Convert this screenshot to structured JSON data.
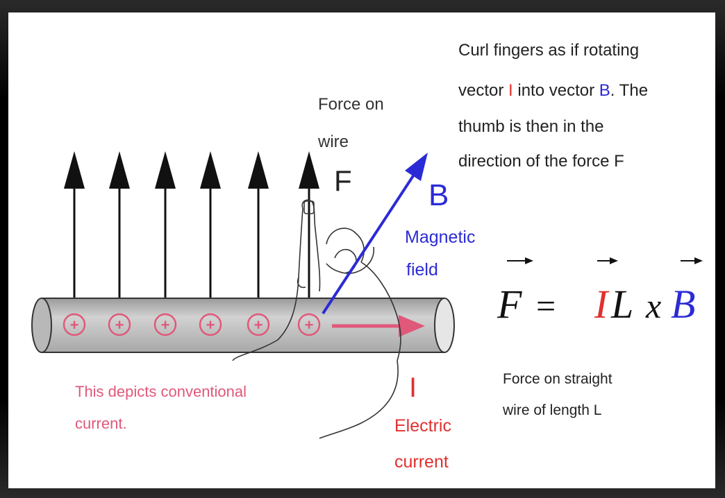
{
  "instruction_text": {
    "line1": "Curl fingers as if rotating",
    "line2_a": "vector ",
    "line2_I": "I",
    "line2_b": " into vector ",
    "line2_B": "B",
    "line2_c": ". The",
    "line3": "thumb is then in the",
    "line4": "direction of the force F"
  },
  "force_label": {
    "line1": "Force on",
    "line2": "wire",
    "symbol": "F"
  },
  "field_label": {
    "symbol": "B",
    "line1": "Magnetic",
    "line2": "field"
  },
  "current_label": {
    "symbol": "I",
    "line1": "Electric",
    "line2": "current"
  },
  "conventional_note": {
    "line1": "This depicts conventional",
    "line2": "current."
  },
  "equation": {
    "F": "F",
    "equals": "=",
    "I": "I",
    "L": "L",
    "x": "x",
    "B": "B"
  },
  "equation_caption": {
    "line1": "Force on straight",
    "line2": "wire of length L"
  },
  "charges": [
    "+",
    "+",
    "+",
    "+",
    "+",
    "+"
  ],
  "colors": {
    "blue": "#2b2bd6",
    "pink": "#e0587a",
    "red": "#e03030",
    "wire": "#c8c8c8",
    "text": "#222222"
  }
}
